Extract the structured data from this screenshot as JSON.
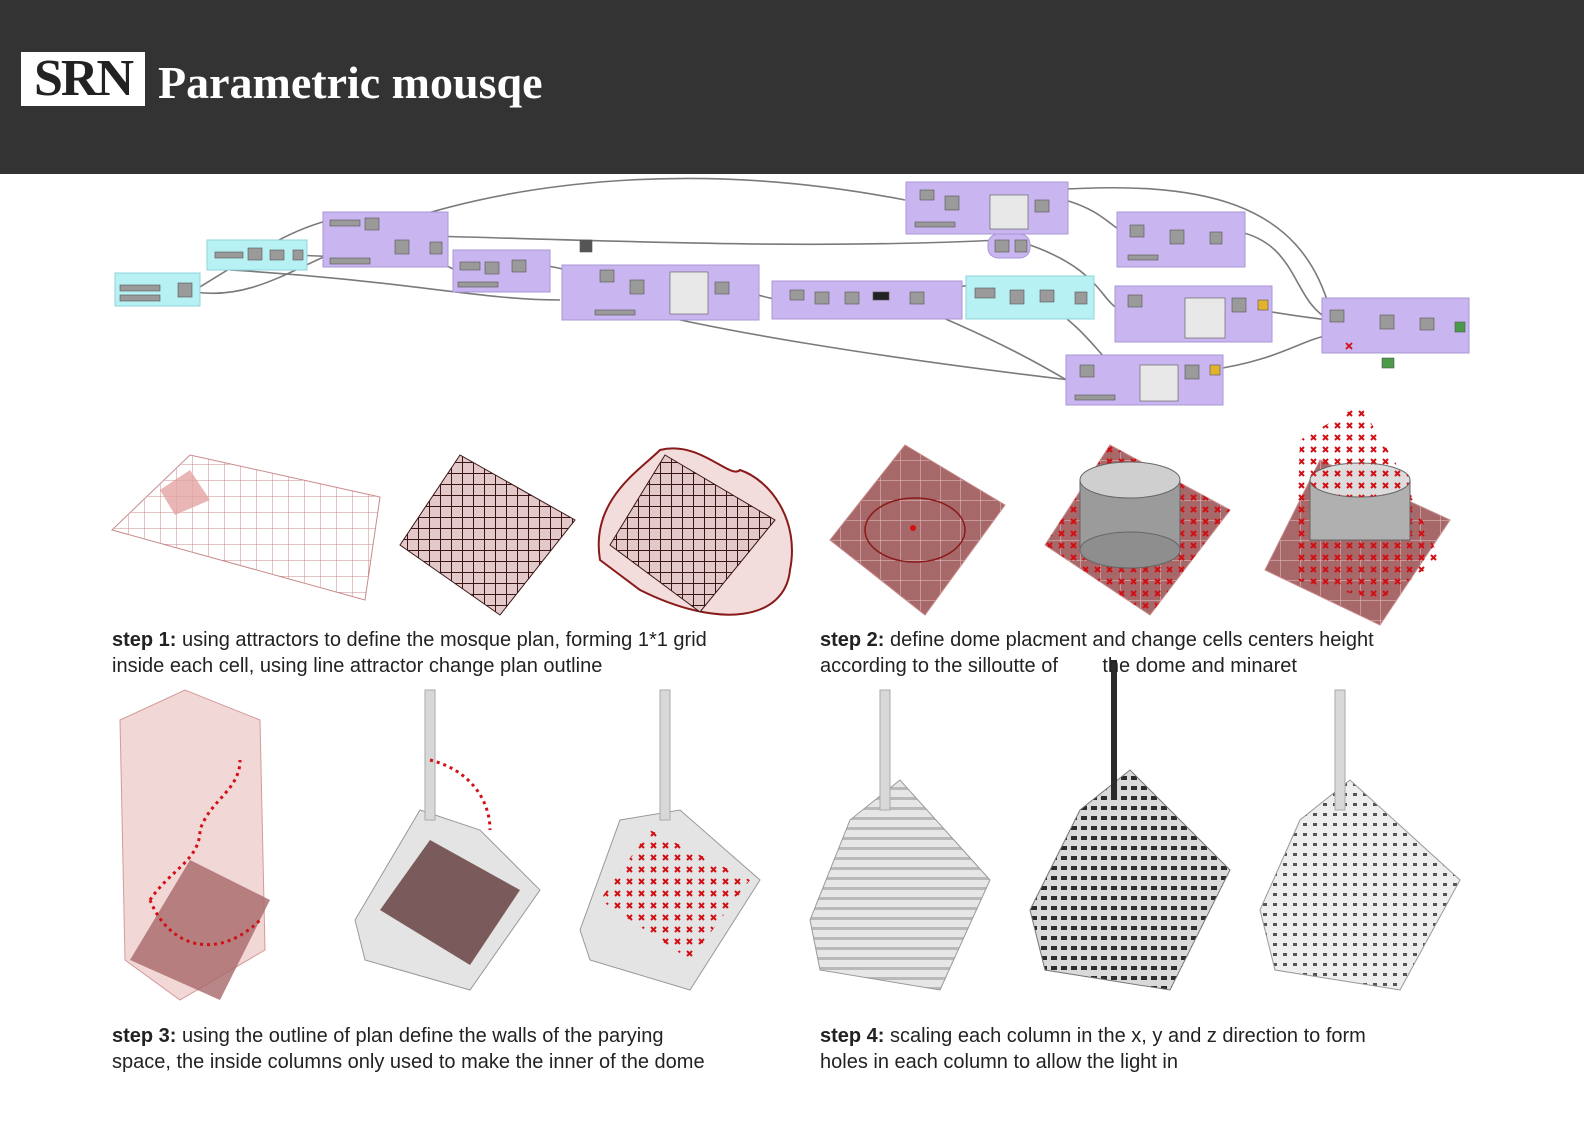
{
  "header": {
    "logo_text": "SRN",
    "title": "Parametric mousqe"
  },
  "colors": {
    "header_bg": "#333333",
    "purple_group": "#c9b5ef",
    "cyan_group": "#b7f1f4",
    "accent_red": "#d10f14",
    "grid_pink": "#e8b8b8"
  },
  "steps": [
    {
      "label": "step 1:",
      "line1": " using attractors to define the mosque plan, forming 1*1 grid",
      "line2": "inside each cell, using line attractor change plan outline"
    },
    {
      "label": "step 2:",
      "line1": " define dome placment and change cells centers height",
      "line2": "according to the silloutte of        the dome and minaret"
    },
    {
      "label": "step 3:",
      "line1": " using the outline of plan define the walls of the parying",
      "line2": "space, the inside columns only used to make the inner of the dome"
    },
    {
      "label": "step 4:",
      "line1": " scaling each column in the x, y and z direction to form",
      "line2": "holes in each column to allow the light in"
    }
  ]
}
